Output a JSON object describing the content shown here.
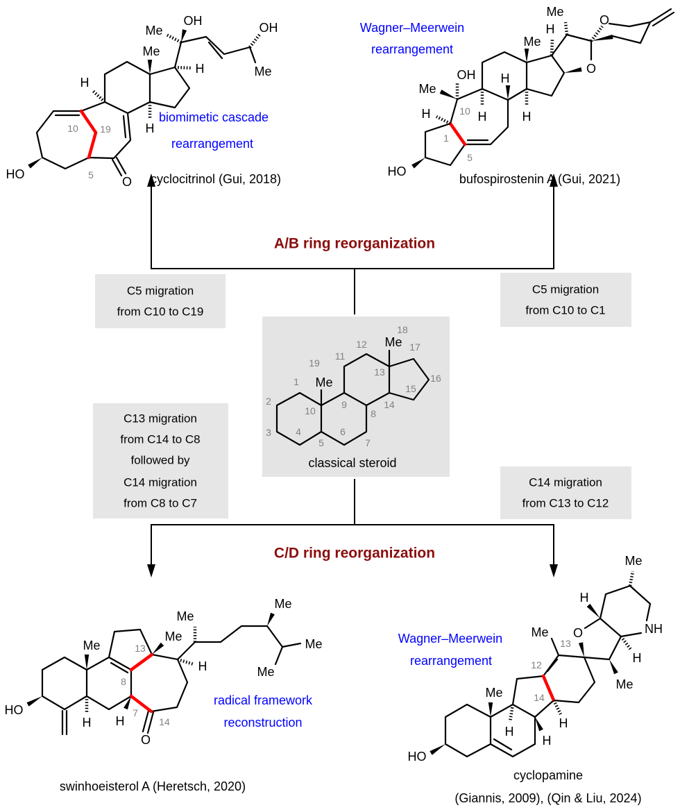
{
  "colors": {
    "heading": "#8b0d0d",
    "note": "#0000ff",
    "new_bond": "#ff0000",
    "locant": "#808080",
    "box": "#e6e6e6"
  },
  "headings": {
    "ab": "A/B ring reorganization",
    "cd": "C/D ring reorganization"
  },
  "boxes": {
    "top_left": [
      "C5 migration",
      "from C10 to C19"
    ],
    "top_right": [
      "C5 migration",
      "from C10 to C1"
    ],
    "bottom_left": [
      "C13 migration",
      "from C14 to C8",
      "followed by",
      "C14 migration",
      "from C8 to C7"
    ],
    "bottom_right": [
      "C14 migration",
      "from C13 to C12"
    ]
  },
  "center": {
    "caption": "classical steroid",
    "atoms": [
      "Me",
      "Me"
    ],
    "locants": [
      "1",
      "2",
      "3",
      "4",
      "5",
      "6",
      "7",
      "8",
      "9",
      "10",
      "11",
      "12",
      "13",
      "14",
      "15",
      "16",
      "17",
      "18",
      "19"
    ]
  },
  "molecules": [
    {
      "caption": [
        "cyclocitrinol (Gui, 2018)"
      ],
      "note": [
        "biomimetic cascade",
        "rearrangement"
      ],
      "atoms": [
        "Me",
        "OH",
        "Me",
        "H",
        "H",
        "H",
        "OH",
        "Me",
        "HO",
        "O"
      ],
      "locants": [
        "10",
        "19",
        "5"
      ]
    },
    {
      "caption": [
        "bufospirostenin A (Gui, 2021)"
      ],
      "note": [
        "Wagner–Meerwein",
        "rearrangement"
      ],
      "atoms": [
        "Me",
        "H",
        "Me",
        "O",
        "O",
        "OH",
        "Me",
        "H",
        "H",
        "H",
        "H",
        "HO"
      ],
      "locants": [
        "10",
        "1",
        "5"
      ]
    },
    {
      "caption": [
        "swinhoeisterol A (Heretsch, 2020)"
      ],
      "note": [
        "radical framework",
        "reconstruction"
      ],
      "atoms": [
        "Me",
        "Me",
        "Me",
        "Me",
        "Me",
        "H",
        "Me",
        "HO",
        "H",
        "H",
        "O"
      ],
      "locants": [
        "13",
        "8",
        "7",
        "14"
      ]
    },
    {
      "caption": [
        "cyclopamine",
        "(Giannis, 2009), (Qin & Liu, 2024)"
      ],
      "note": [
        "Wagner–Meerwein",
        "rearrangement"
      ],
      "atoms": [
        "Me",
        "H",
        "NH",
        "Me",
        "O",
        "H",
        "Me",
        "Me",
        "H",
        "H",
        "H",
        "HO"
      ],
      "locants": [
        "13",
        "12",
        "14"
      ]
    }
  ]
}
